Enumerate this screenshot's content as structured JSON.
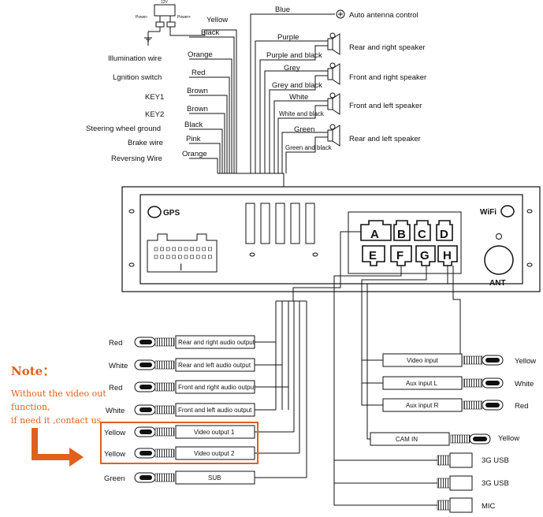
{
  "power": {
    "voltage": "12V",
    "minus": "Power-",
    "plus": "Power+"
  },
  "wires": [
    {
      "color": "Yellow",
      "function": ""
    },
    {
      "color": "Black",
      "function": ""
    },
    {
      "color": "Orange",
      "function": "Illumination wire"
    },
    {
      "color": "Red",
      "function": "Lgnition switch"
    },
    {
      "color": "Brown",
      "function": "KEY1"
    },
    {
      "color": "Brown",
      "function": "KEY2"
    },
    {
      "color": "Black",
      "function": "Steering wheel ground"
    },
    {
      "color": "Pink",
      "function": "Brake wire"
    },
    {
      "color": "Orange",
      "function": "Reversing Wire"
    }
  ],
  "antenna": {
    "wire": "Blue",
    "label": "Auto antenna control"
  },
  "speakers": [
    {
      "plus": "Purple",
      "minus": "Purple and black",
      "name": "Rear and right speaker"
    },
    {
      "plus": "Grey",
      "minus": "Grey and black",
      "name": "Front and right speaker"
    },
    {
      "plus": "White",
      "minus": "White and black",
      "name": "Front and left speaker"
    },
    {
      "plus": "Green",
      "minus": "Green and black",
      "name": "Rear and left speaker"
    }
  ],
  "unit": {
    "gps": "GPS",
    "wifi": "WiFi",
    "ant": "ANT",
    "ports_top": [
      "A",
      "B",
      "C",
      "D"
    ],
    "ports_bottom": [
      "E",
      "F",
      "G",
      "H"
    ]
  },
  "rca_outputs": [
    {
      "color": "Red",
      "label": "Rear and right audio output"
    },
    {
      "color": "White",
      "label": "Rear and left audio output"
    },
    {
      "color": "Red",
      "label": "Front and right audio output"
    },
    {
      "color": "White",
      "label": "Front and left audio output"
    },
    {
      "color": "Yellow",
      "label": "Video output 1"
    },
    {
      "color": "Yellow",
      "label": "Video output 2"
    },
    {
      "color": "Green",
      "label": "SUB"
    }
  ],
  "rca_inputs": [
    {
      "label": "Video input",
      "color": "Yellow"
    },
    {
      "label": "Aux input L",
      "color": "White"
    },
    {
      "label": "Aux input R",
      "color": "Red"
    },
    {
      "label": "CAM IN",
      "color": "Yellow"
    }
  ],
  "usb": [
    {
      "label": "3G USB"
    },
    {
      "label": "3G USB"
    },
    {
      "label": "MIC"
    }
  ],
  "note": {
    "title": "Note",
    "colon": "：",
    "lines": [
      "Without the video out",
      "function,",
      "if need it ,contact us"
    ]
  },
  "colors": {
    "accent": "#e0601c",
    "line": "#111111"
  }
}
